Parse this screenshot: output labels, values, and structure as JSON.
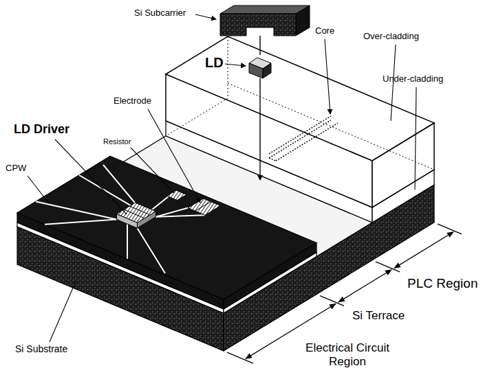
{
  "diagram": {
    "labels": [
      "Si Subcarrier",
      "LD",
      "Core",
      "Over-cladding",
      "Electrode",
      "Under-cladding",
      "Resistor",
      "LD Driver",
      "CPW",
      "PLC Region",
      "Si Terrace",
      "Electrical Circuit Region",
      "Si Substrate"
    ]
  }
}
